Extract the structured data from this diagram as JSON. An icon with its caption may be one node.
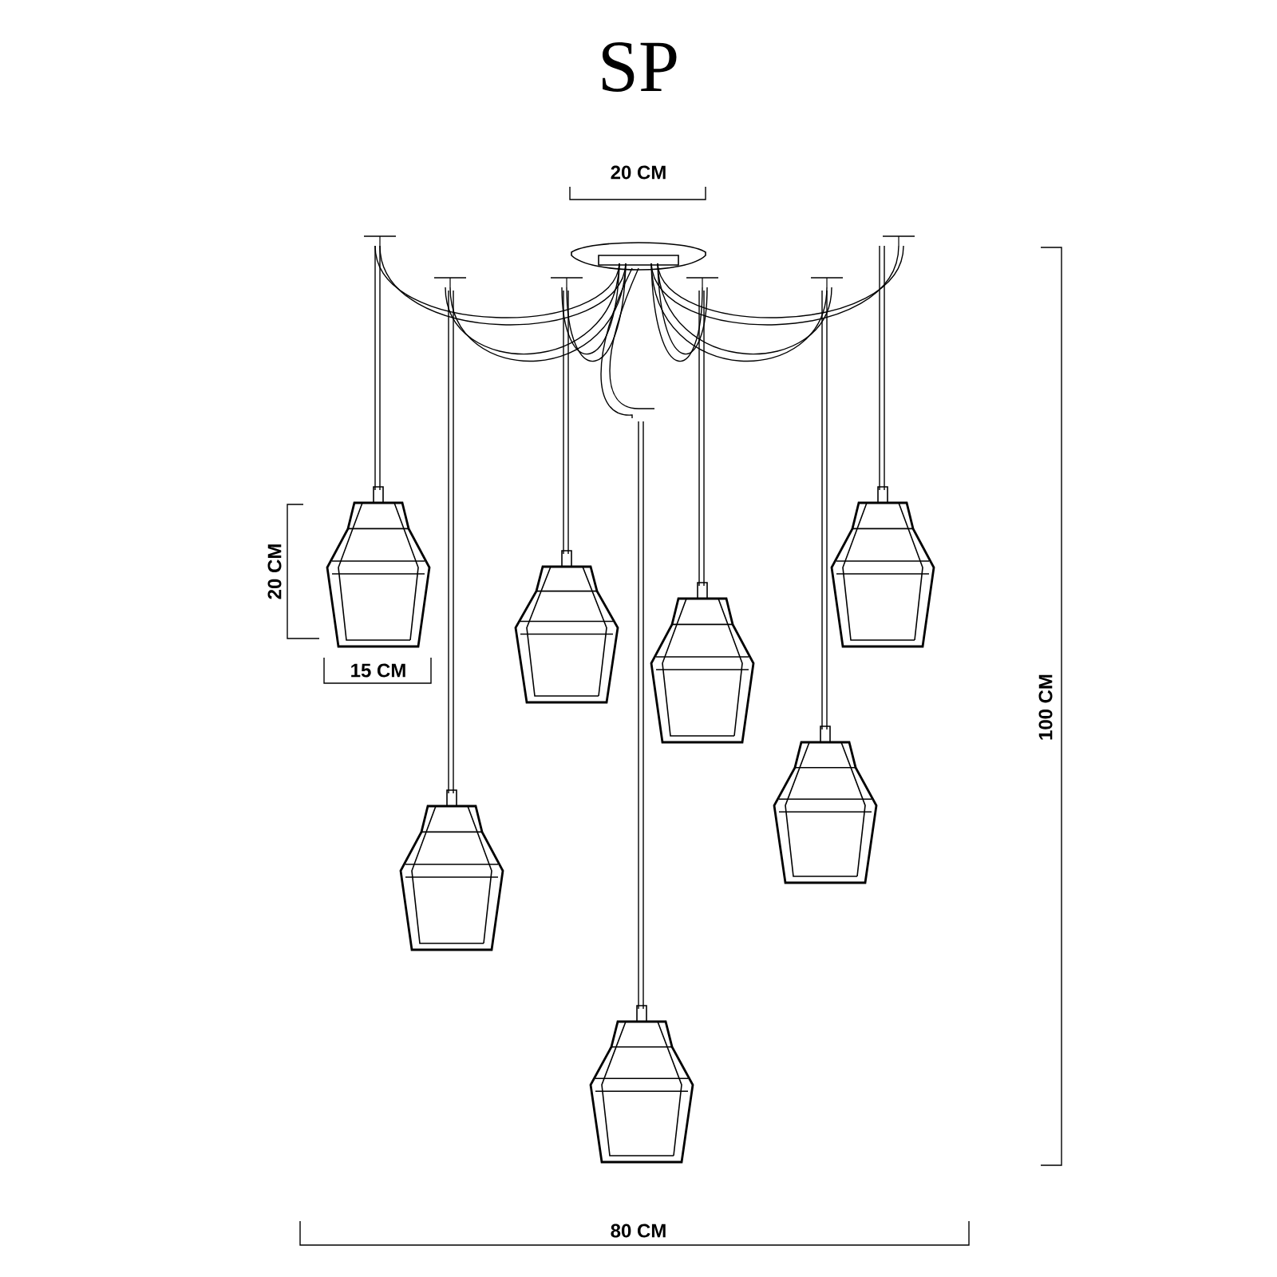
{
  "diagram": {
    "title": "SP",
    "labels": [
      "20 CM",
      "20 CM",
      "15 CM",
      "100 CM",
      "80 CM"
    ]
  }
}
